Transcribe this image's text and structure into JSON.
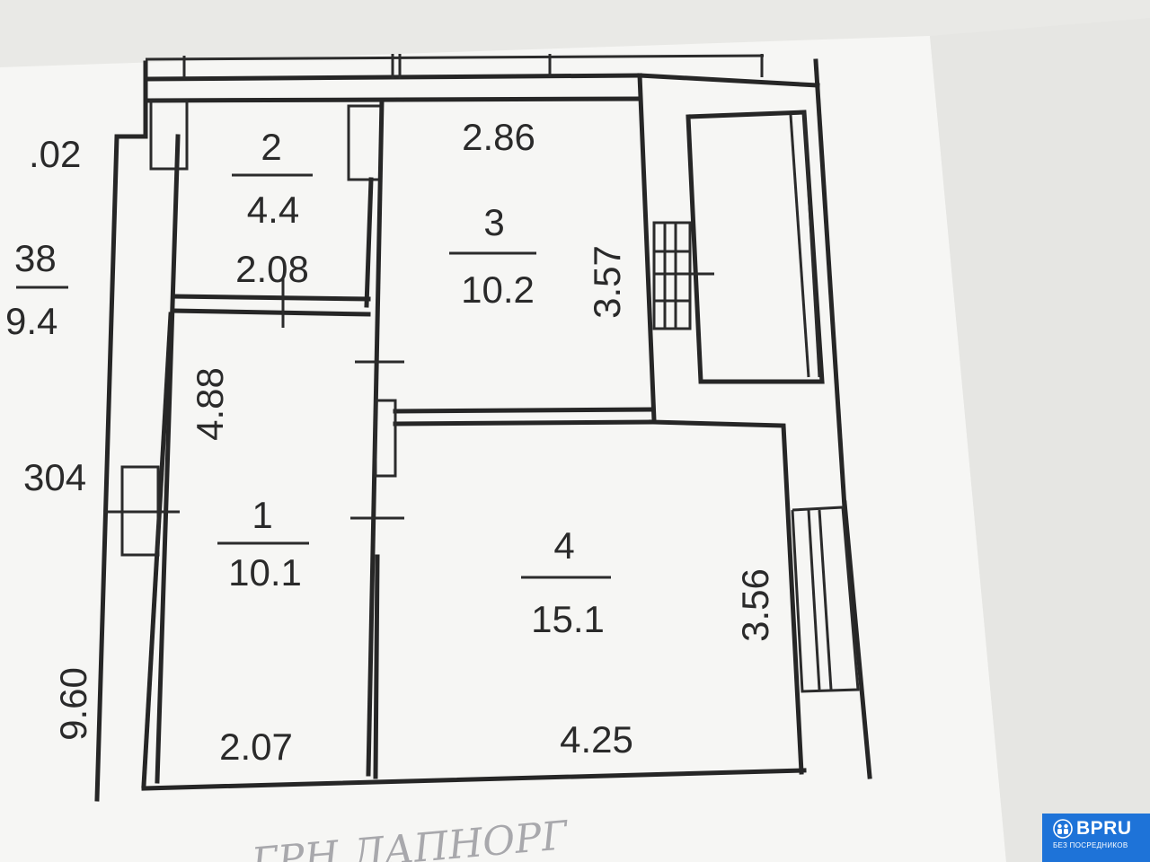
{
  "plan": {
    "rooms": [
      {
        "number": "2",
        "area": "4.4"
      },
      {
        "number": "3",
        "area": "10.2"
      },
      {
        "number": "1",
        "area": "10.1"
      },
      {
        "number": "4",
        "area": "15.1"
      }
    ],
    "dimensions": {
      "room2_width": "2.08",
      "room3_width": "2.86",
      "room3_height": "3.57",
      "room1_height": "4.88",
      "room1_width": "2.07",
      "room4_width": "4.25",
      "room4_height": "3.56",
      "overall_height": "9.60"
    },
    "left_fragments": {
      "dim_top": ".02",
      "fraction_number": "38",
      "fraction_area": "9.4",
      "wall_mark": "304"
    },
    "handwriting": "ГРН   ЛАПНОРГ"
  },
  "watermark": {
    "brand": "BPRU",
    "tagline": "БЕЗ ПОСРЕДНИКОВ",
    "color": "#1e73d8"
  }
}
